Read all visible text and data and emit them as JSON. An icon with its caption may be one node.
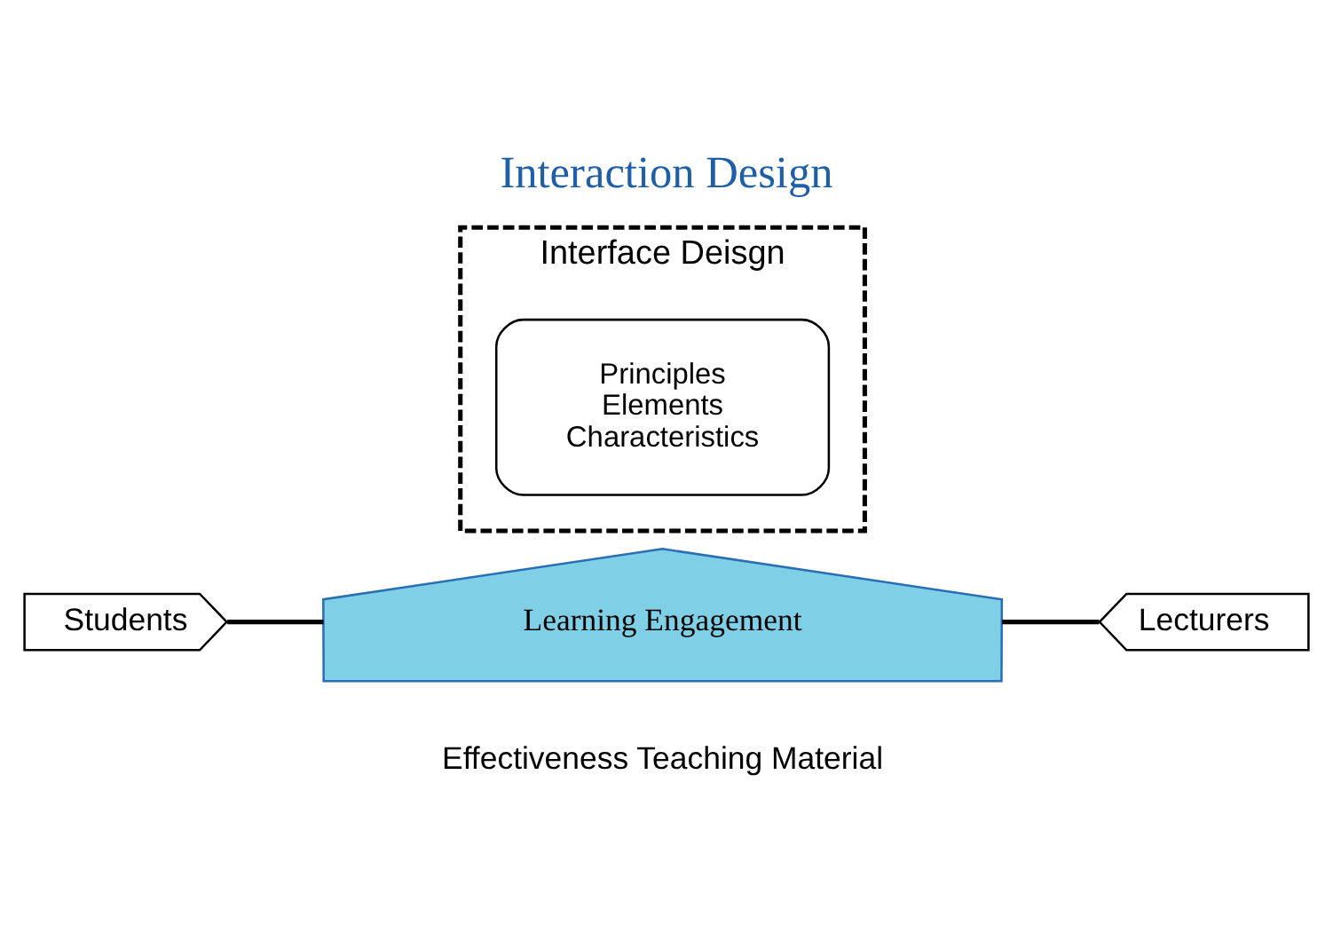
{
  "diagram": {
    "title": "Interaction Design",
    "nodes": [
      {
        "text": [
          "Interface Deisgn"
        ]
      },
      {
        "text": [
          "Principles",
          "Elements",
          "Characteristics"
        ],
        "in": 0
      },
      {
        "text": [
          "Students"
        ]
      },
      {
        "text": [
          "Learning Engagement"
        ],
        "beside": [
          "Effectiveness Teaching Material"
        ]
      },
      {
        "text": [
          "Lecturers"
        ]
      }
    ],
    "edges": [
      {
        "from": 2,
        "to": 3,
        "arrow": "none"
      },
      {
        "from": 3,
        "to": 4,
        "arrow": "none"
      }
    ]
  }
}
